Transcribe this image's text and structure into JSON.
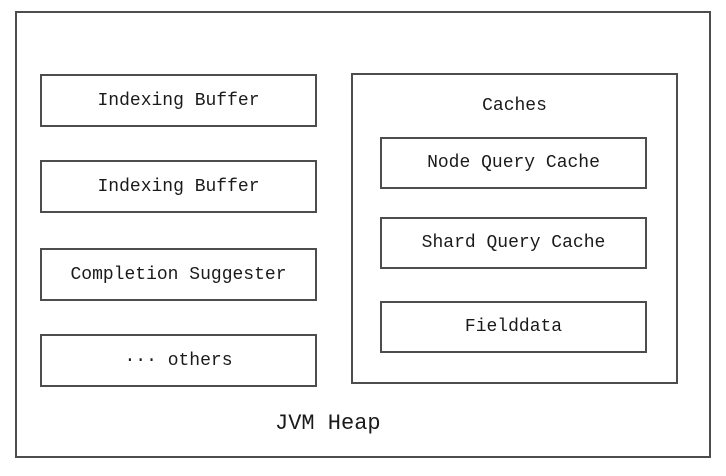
{
  "diagram": {
    "title": "JVM Heap",
    "left_column": {
      "items": [
        {
          "label": "Indexing Buffer"
        },
        {
          "label": "Indexing Buffer"
        },
        {
          "label": "Completion Suggester"
        },
        {
          "label": "··· others"
        }
      ]
    },
    "caches_group": {
      "label": "Caches",
      "items": [
        {
          "label": "Node Query Cache"
        },
        {
          "label": "Shard Query Cache"
        },
        {
          "label": "Fielddata"
        }
      ]
    },
    "colors": {
      "border": "#4d4d4d",
      "text": "#1a1a1a",
      "background": "#ffffff"
    }
  }
}
